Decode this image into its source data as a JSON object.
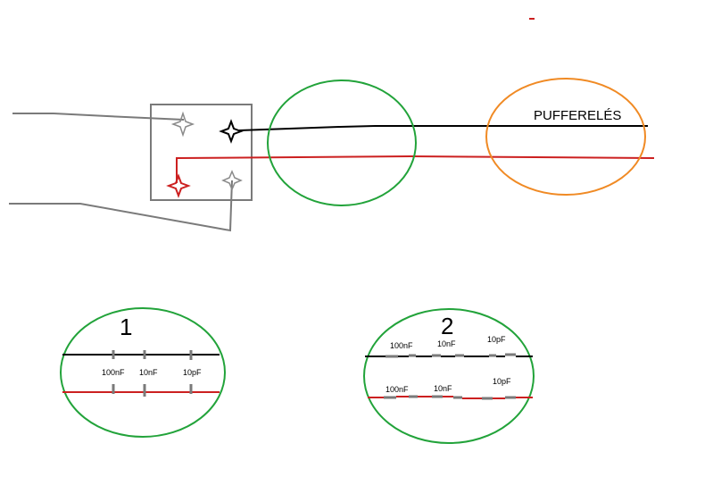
{
  "diagram": {
    "title": "PUFFERELÉS",
    "panels": [
      {
        "number": "1",
        "capacitors": [
          {
            "label": "100nF"
          },
          {
            "label": "10nF"
          },
          {
            "label": "10pF"
          }
        ]
      },
      {
        "number": "2",
        "top_capacitors": [
          {
            "label": "100nF"
          },
          {
            "label": "10nF"
          },
          {
            "label": "10pF"
          }
        ],
        "bottom_capacitors": [
          {
            "label": "100nF"
          },
          {
            "label": "10nF"
          },
          {
            "label": "10pF"
          }
        ]
      }
    ]
  },
  "colors": {
    "signal_line": "#000000",
    "supply_line": "#cc2020",
    "cable": "#7a7a7a",
    "highlight_ellipse": "#22a33a",
    "buffer_ellipse": "#f08a24",
    "connector_box": "#7a7a7a"
  }
}
